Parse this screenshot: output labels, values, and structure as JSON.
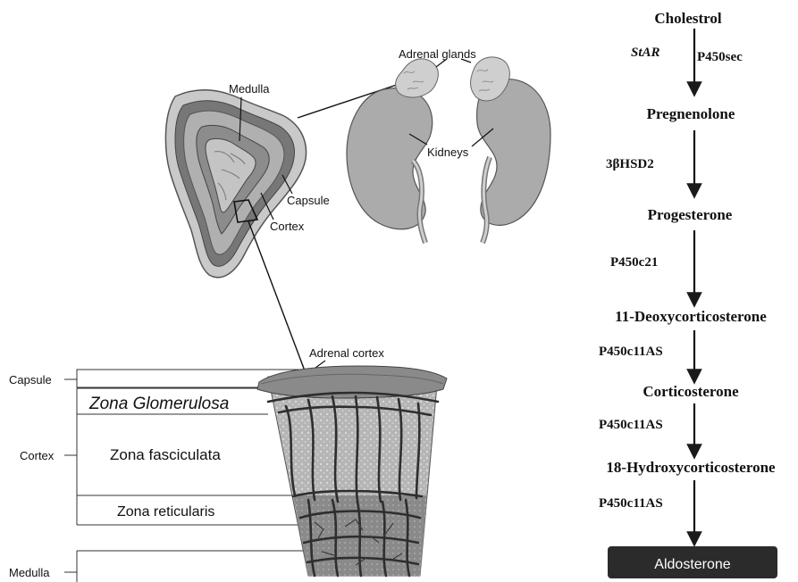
{
  "anatomy": {
    "labels": {
      "adrenal_glands": "Adrenal glands",
      "medulla": "Medulla",
      "kidneys": "Kidneys",
      "capsule": "Capsule",
      "cortex": "Cortex",
      "adrenal_cortex": "Adrenal cortex"
    }
  },
  "layers": {
    "side_labels": {
      "capsule": "Capsule",
      "cortex": "Cortex",
      "medulla": "Medulla"
    },
    "zones": {
      "glomerulosa": "Zona Glomerulosa",
      "fasciculata": "Zona fasciculata",
      "reticularis": "Zona reticularis"
    }
  },
  "pathway": {
    "steps": [
      "Cholestrol",
      "Pregnenolone",
      "Progesterone",
      "11-Deoxycorticosterone",
      "Corticosterone",
      "18-Hydroxycorticosterone"
    ],
    "enzymes": {
      "star": "StAR",
      "p450scc": "P450sec",
      "hsd": "3βHSD2",
      "p450c21": "P450c21",
      "p450c11as_1": "P450c11AS",
      "p450c11as_2": "P450c11AS",
      "p450c11as_3": "P450c11AS"
    },
    "product": "Aldosterone"
  },
  "colors": {
    "line": "#1a1a1a",
    "gland_dark": "#6f6f6f",
    "gland_mid": "#9a9a9a",
    "gland_light": "#cfcfcf",
    "kidney": "#a8a8a8",
    "product_box": "#2b2b2b",
    "product_text": "#ffffff"
  }
}
